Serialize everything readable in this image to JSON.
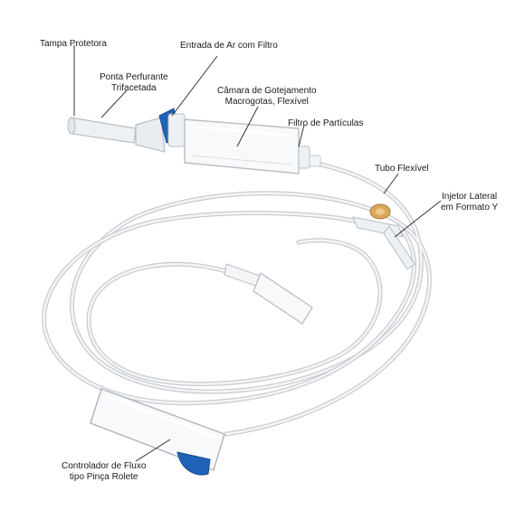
{
  "labels": {
    "tampa_protetora": "Tampa Protetora",
    "ponta_perfurante": [
      "Ponta Perfurante",
      "Trifacetada"
    ],
    "entrada_de_ar": "Entrada de Ar com Filtro",
    "camara": [
      "Câmara de Gotejamento",
      "Macrogotas, Flexível"
    ],
    "filtro": "Filtro de Partículas",
    "tubo": "Tubo Flexível",
    "injetor": [
      "Injetor Lateral",
      "em Formato Y"
    ],
    "controlador": [
      "Controlador de Fluxo",
      "tipo Pinça Rolete"
    ]
  },
  "colors": {
    "tube_outline": "#c8ccd0",
    "tube_fill": "#f3f5f7",
    "accent_blue": "#1f63b8",
    "injector_amber": "#d9a75c",
    "leader": "#333333"
  }
}
